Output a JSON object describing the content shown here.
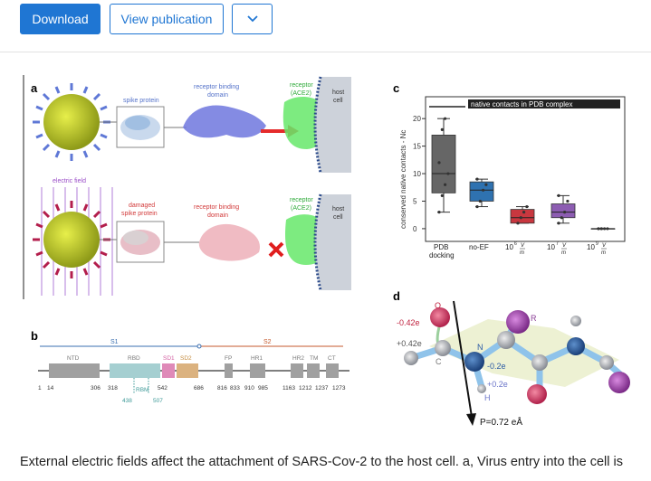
{
  "toolbar": {
    "download_label": "Download",
    "publication_label": "View publication",
    "menu_icon": "chevron-down-icon",
    "accent": "#1f76d3"
  },
  "figure": {
    "panel_a": {
      "letter": "a",
      "spike_label": "spike protein",
      "rbd_label": "receptor binding\ndomain",
      "receptor_label": "receptor\n(ACE2)",
      "host_label": "host\ncell",
      "field_label": "electric field",
      "damaged_label": "damaged\nspike protein",
      "rbd_label_2": "receptor binding\ndomain",
      "receptor_label_2": "receptor\n(ACE2)",
      "host_label_2": "host\ncell"
    },
    "panel_b": {
      "letter": "b",
      "s1": "S1",
      "s2": "S2",
      "domains": [
        "NTD",
        "RBD",
        "SD1",
        "SD2",
        "FP",
        "HR1",
        "HR2",
        "TM",
        "CT"
      ],
      "rbm": "RBM",
      "positions": [
        "1",
        "14",
        "306",
        "318",
        "542",
        "686",
        "816",
        "833",
        "910",
        "985",
        "1163",
        "1212",
        "1237",
        "1273"
      ],
      "rbm_positions": [
        "438",
        "507"
      ]
    },
    "panel_c": {
      "letter": "c",
      "legend": "native contacts in PDB complex",
      "ylabel": "conserved native contacts - Nc",
      "yticks": [
        "0",
        "5",
        "10",
        "15",
        "20"
      ],
      "categories": [
        "PDB\ndocking",
        "no-EF",
        "10⁶ V/m",
        "10⁷ V/m",
        "10⁹ V/m"
      ]
    },
    "panel_d": {
      "letter": "d",
      "labels": [
        "O",
        "-0.42e",
        "+0.42e",
        "C",
        "N",
        "-0.2e",
        "+0.2e",
        "H",
        "R"
      ],
      "dipole": "P=0.72 eÅ"
    }
  },
  "chart_data": {
    "type": "box",
    "title": "",
    "legend": "native contacts in PDB complex",
    "xlabel": "",
    "ylabel": "conserved native contacts - Nc",
    "ylim": [
      -1,
      22
    ],
    "categories": [
      "PDB docking",
      "no-EF",
      "10^6 V/m",
      "10^7 V/m",
      "10^9 V/m"
    ],
    "series": [
      {
        "min": 3,
        "q1": 6.5,
        "median": 10,
        "q3": 17,
        "max": 20,
        "color": "#666666"
      },
      {
        "min": 4,
        "q1": 5,
        "median": 7,
        "q3": 8.5,
        "max": 9,
        "color": "#2f72b0"
      },
      {
        "min": 1,
        "q1": 1,
        "median": 2,
        "q3": 3.5,
        "max": 4,
        "color": "#c8373f"
      },
      {
        "min": 1,
        "q1": 2,
        "median": 3,
        "q3": 4.5,
        "max": 6,
        "color": "#8d5db2"
      },
      {
        "min": 0,
        "q1": 0,
        "median": 0,
        "q3": 0,
        "max": 0,
        "color": "#444444"
      }
    ],
    "points": [
      [
        3,
        6,
        8,
        10,
        12,
        18,
        20
      ],
      [
        4,
        5,
        7,
        8,
        9
      ],
      [
        1,
        2,
        3,
        4
      ],
      [
        1,
        2,
        3,
        5,
        6
      ],
      [
        0,
        0,
        0,
        0,
        0,
        0
      ]
    ]
  },
  "caption": "External electric fields affect the attachment of SARS-Cov-2 to the host cell. a, Virus entry into the cell is"
}
